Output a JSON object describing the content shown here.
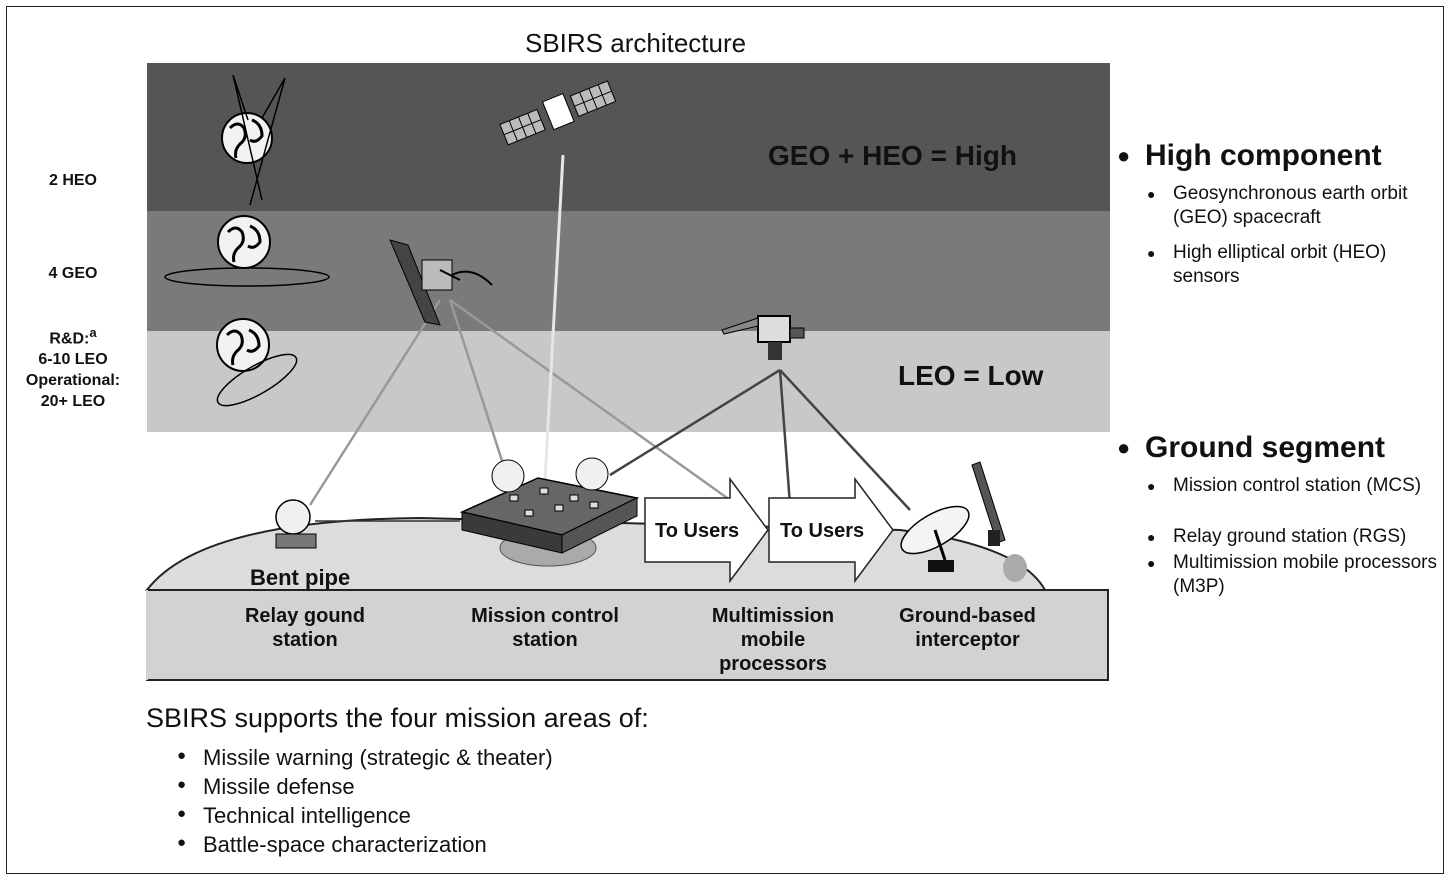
{
  "title": "SBIRS architecture",
  "orbits": {
    "heo": "2 HEO",
    "geo": "4 GEO",
    "leo_rd": "R&D:",
    "leo_note": "a",
    "leo_rd_count": "6-10 LEO",
    "leo_op": "Operational:",
    "leo_op_count": "20+ LEO"
  },
  "bands": {
    "high": "GEO + HEO = High",
    "low": "LEO = Low"
  },
  "ground": {
    "bent_pipe": "Bent pipe",
    "to_users_1": "To Users",
    "to_users_2": "To Users",
    "relay_line1": "Relay gound",
    "relay_line2": "station",
    "mcs_line1": "Mission control",
    "mcs_line2": "station",
    "m3p_line1": "Multimission",
    "m3p_line2": "mobile",
    "m3p_line3": "processors",
    "gbi_line1": "Ground-based",
    "gbi_line2": "interceptor"
  },
  "high_component": {
    "heading": "High component",
    "items": [
      "Geosynchronous earth orbit (GEO) spacecraft",
      "High elliptical orbit (HEO) sensors"
    ]
  },
  "ground_segment": {
    "heading": "Ground segment",
    "items": [
      "Mission control station (MCS)",
      "Relay ground station (RGS)",
      "Multimission mobile processors (M3P)"
    ]
  },
  "missions": {
    "heading": "SBIRS supports the four mission areas of:",
    "items": [
      "Missile warning (strategic & theater)",
      "Missile defense",
      "Technical intelligence",
      "Battle-space characterization"
    ]
  },
  "colors": {
    "high_band": "#555555",
    "geo_band": "#7a7a7a",
    "low_band": "#c8c8c8",
    "ground": "#dcdcdc"
  }
}
